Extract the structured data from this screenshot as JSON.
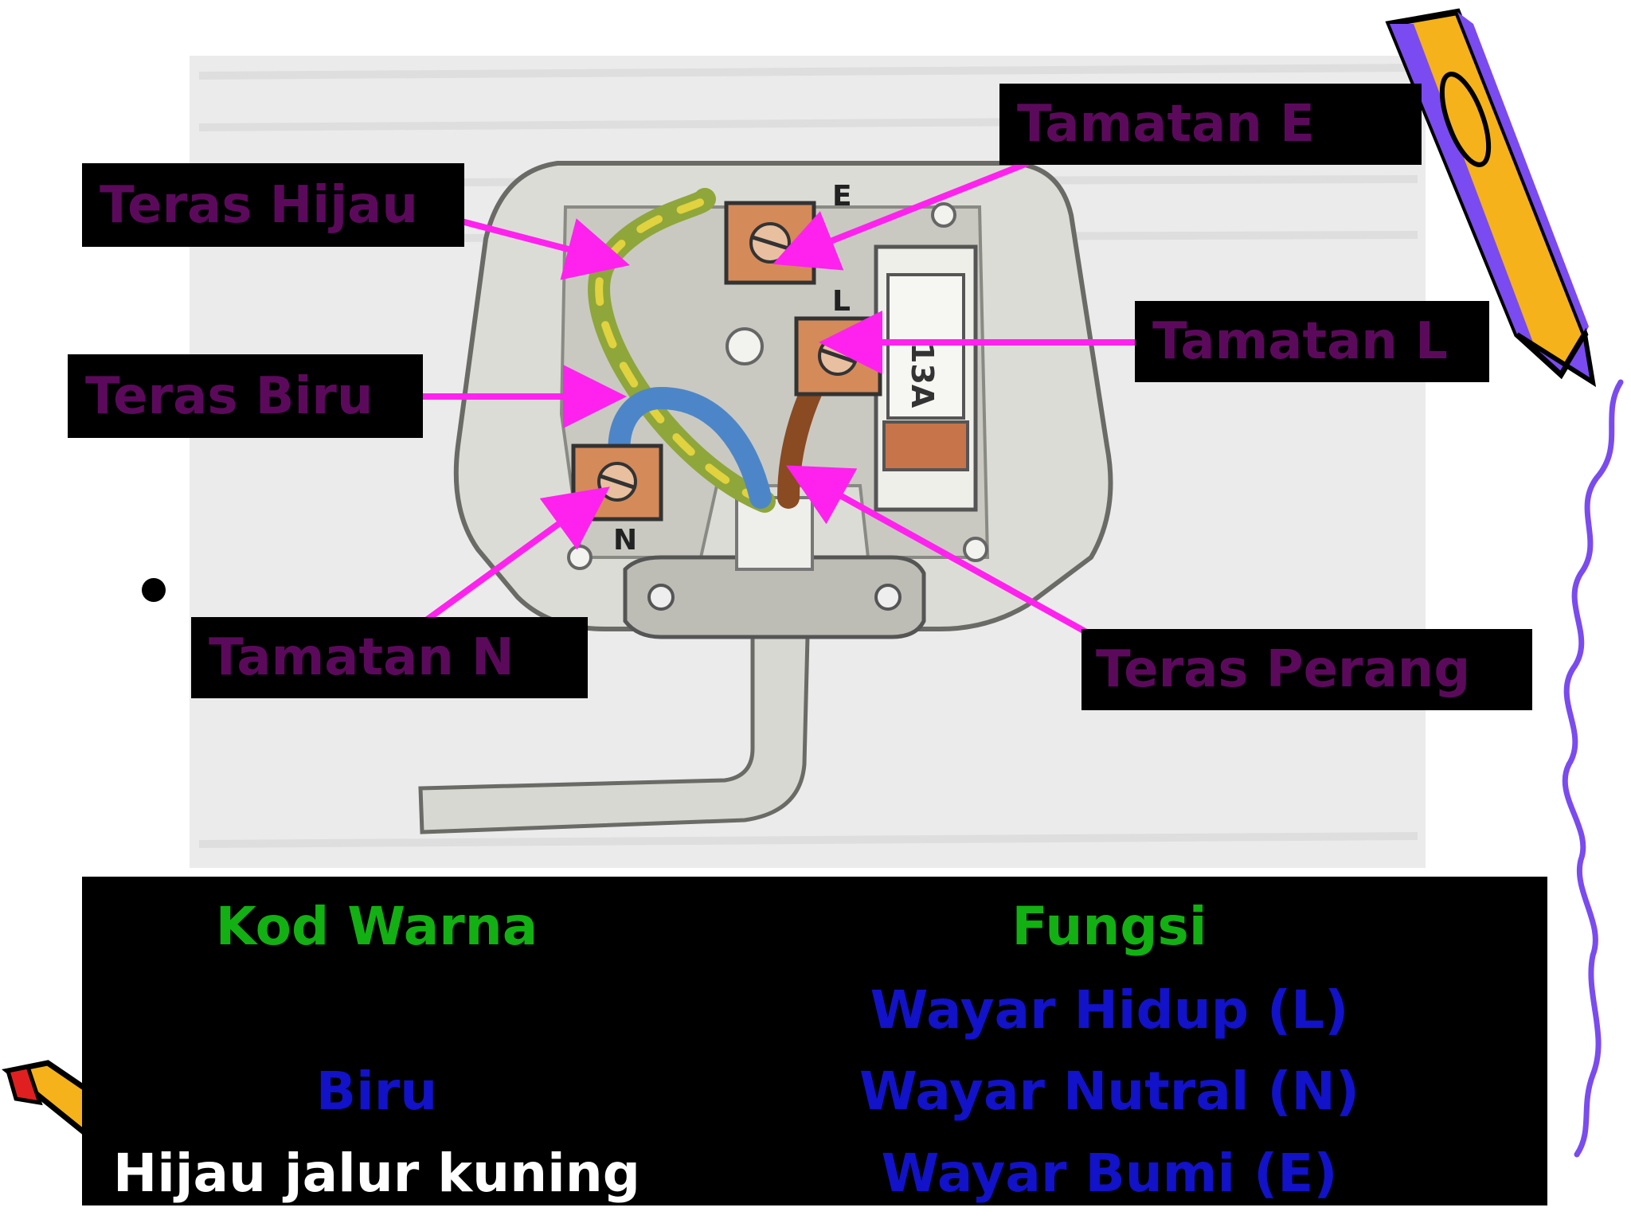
{
  "labels": {
    "teras_hijau": "Teras Hijau",
    "teras_biru": "Teras Biru",
    "tamatan_e": "Tamatan E",
    "tamatan_l": "Tamatan L",
    "tamatan_n": "Tamatan N",
    "teras_perang": "Teras Perang"
  },
  "plug": {
    "terminal_e": "E",
    "terminal_l": "L",
    "terminal_n": "N",
    "fuse_rating": "13A"
  },
  "table": {
    "header_left": "Kod Warna",
    "header_right": "Fungsi",
    "rows": [
      {
        "kod": "",
        "fungsi": "Wayar Hidup (L)"
      },
      {
        "kod": "Biru",
        "fungsi": "Wayar Nutral (N)"
      },
      {
        "kod": "Hijau jalur kuning",
        "fungsi": "Wayar Bumi (E)"
      }
    ]
  },
  "colors": {
    "label_text": "#5b0a5b",
    "arrow": "#ff22ee",
    "header_text": "#12b012",
    "row_text": "#1212c8",
    "pencil_body": "#f5b21a",
    "pencil_stripe": "#7a4bf0",
    "squiggle": "#7a4bf0"
  },
  "icons": [
    "pencil-icon",
    "pencil-icon"
  ]
}
